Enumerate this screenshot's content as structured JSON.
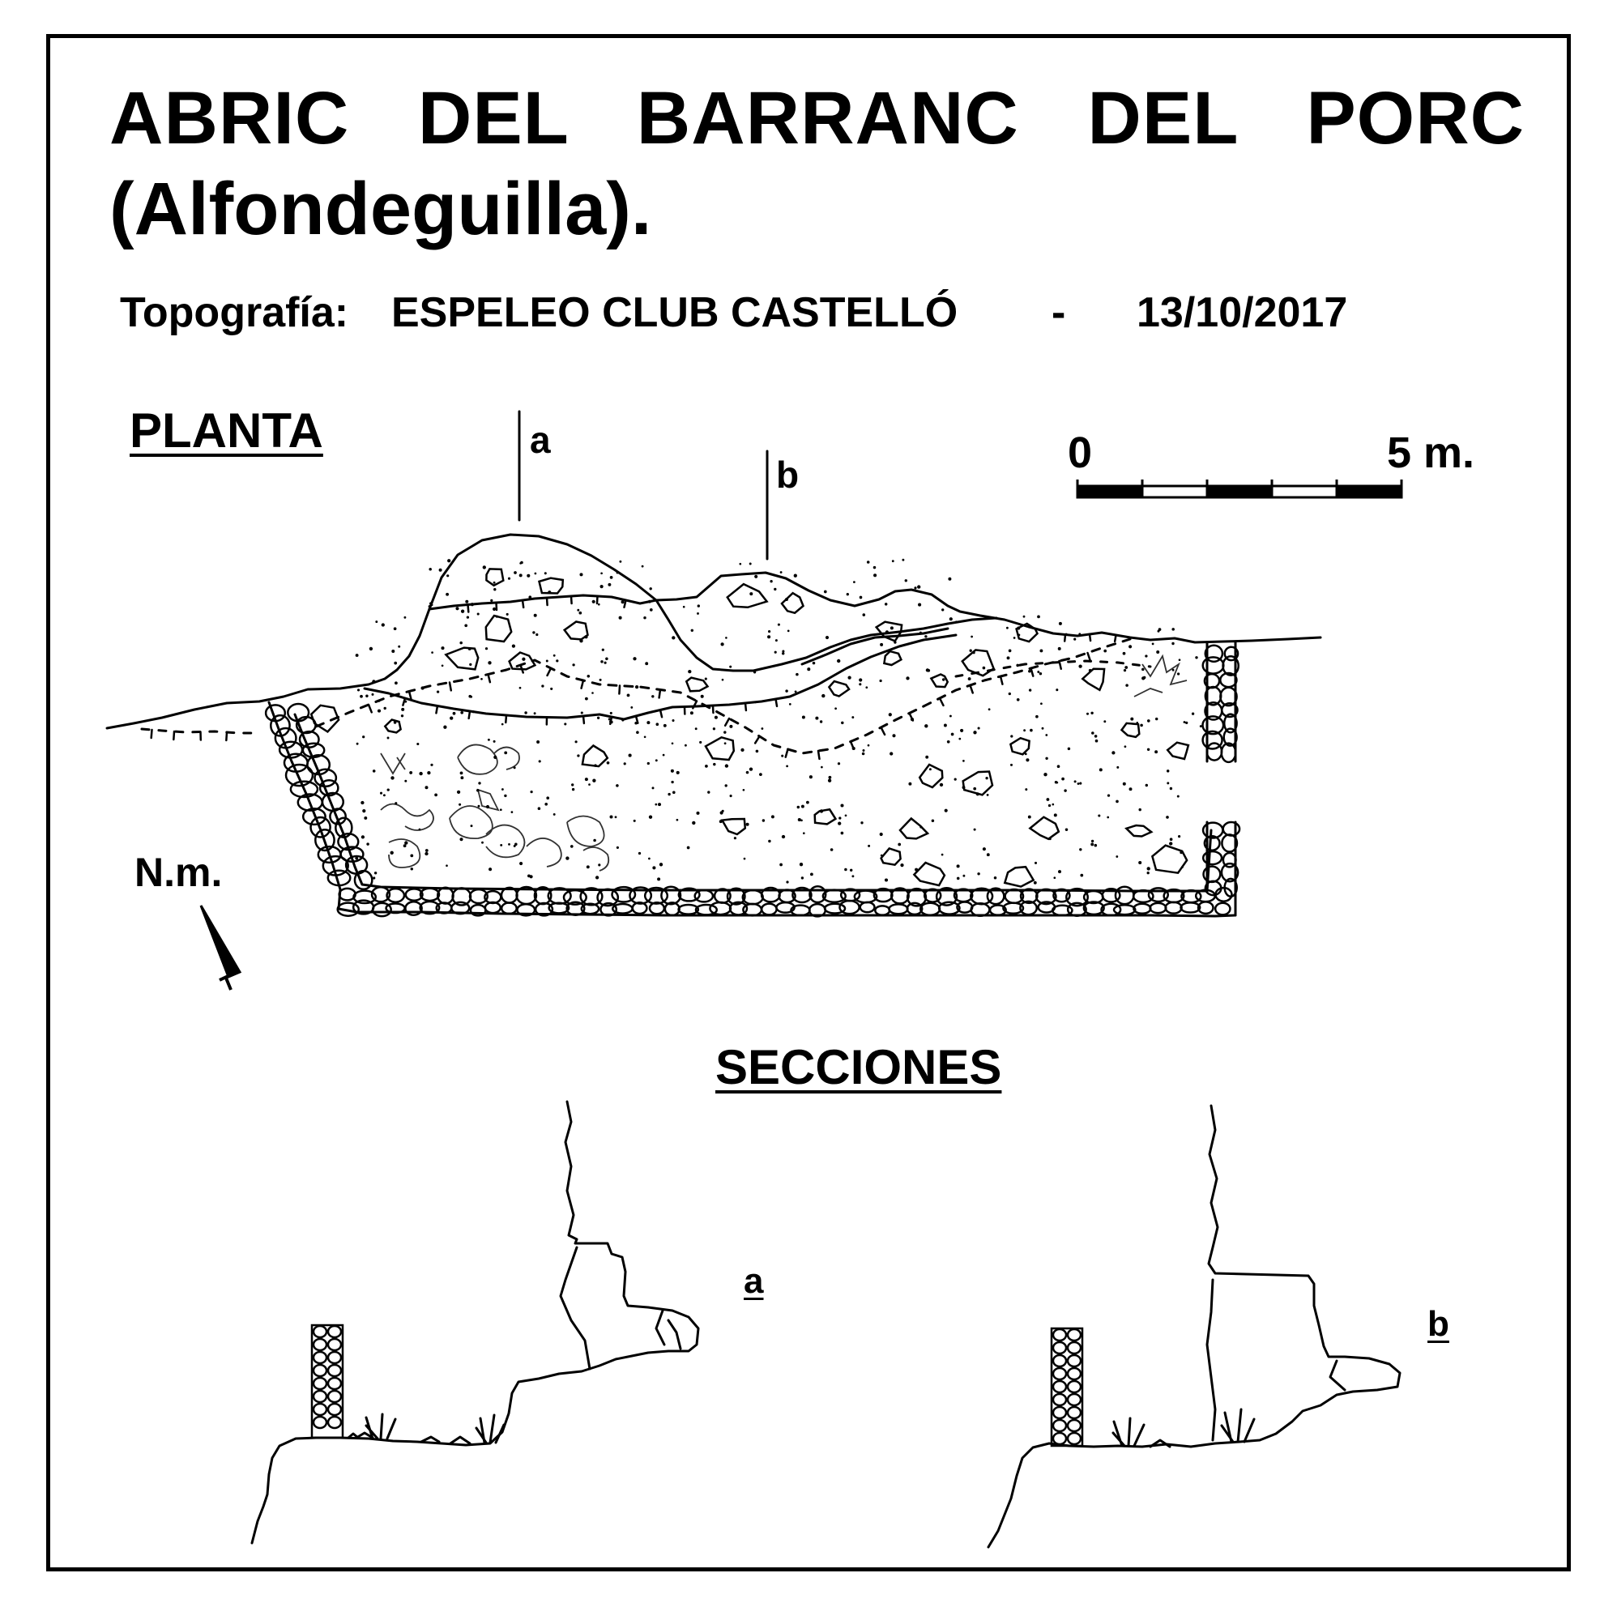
{
  "header": {
    "title_line1": "ABRIC DEL BARRANC DEL PORC",
    "title_line2": "(Alfondeguilla).",
    "credit_label": "Topografía:",
    "credit_org": "ESPELEO CLUB CASTELLÓ",
    "credit_separator": "-",
    "credit_date": "13/10/2017"
  },
  "plan": {
    "title": "PLANTA",
    "section_mark_a": "a",
    "section_mark_b": "b",
    "scale_start": "0",
    "scale_end": "5 m.",
    "scale_segments": 5,
    "north_label": "N.m."
  },
  "sections": {
    "title": "SECCIONES",
    "label_a": "a",
    "label_b": "b"
  },
  "colors": {
    "ink": "#000000",
    "paper": "#ffffff"
  }
}
